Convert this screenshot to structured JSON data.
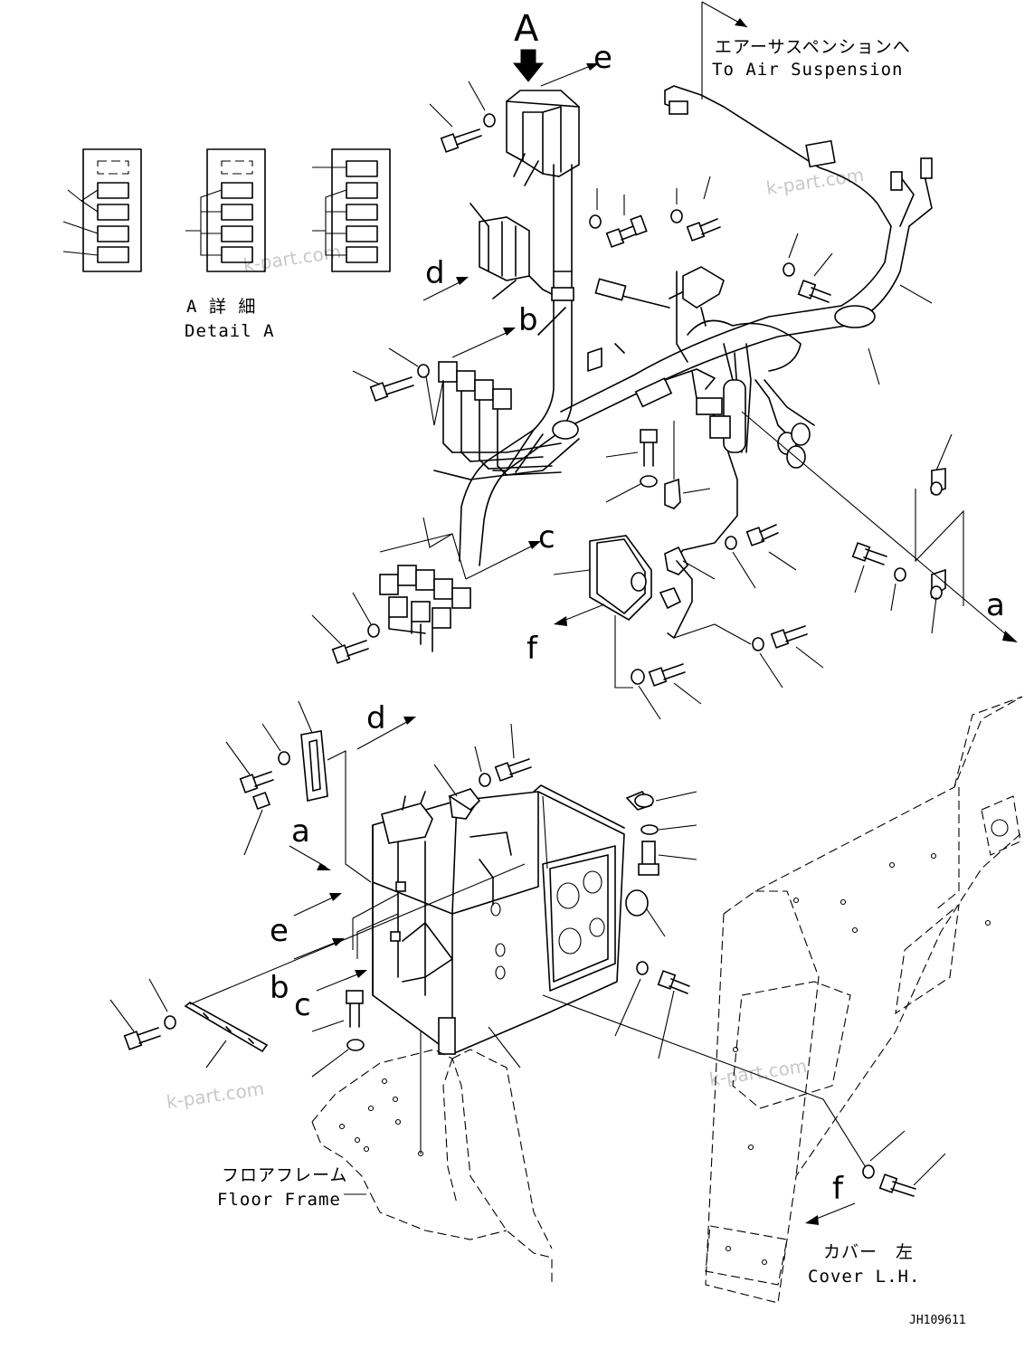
{
  "view_label": "A",
  "detail": {
    "jp": "A 詳 細",
    "en": "Detail A"
  },
  "callouts": {
    "a": "a",
    "b": "b",
    "c": "c",
    "d": "d",
    "e": "e",
    "f": "f"
  },
  "air_suspension": {
    "jp": "エアーサスペンションへ",
    "en": "To Air Suspension"
  },
  "floor_frame": {
    "jp": "フロアフレーム",
    "en": "Floor Frame"
  },
  "cover": {
    "jp": "カバー　左",
    "en": "Cover L.H."
  },
  "drawing_code": "JH109611",
  "watermark": "k-part.com"
}
